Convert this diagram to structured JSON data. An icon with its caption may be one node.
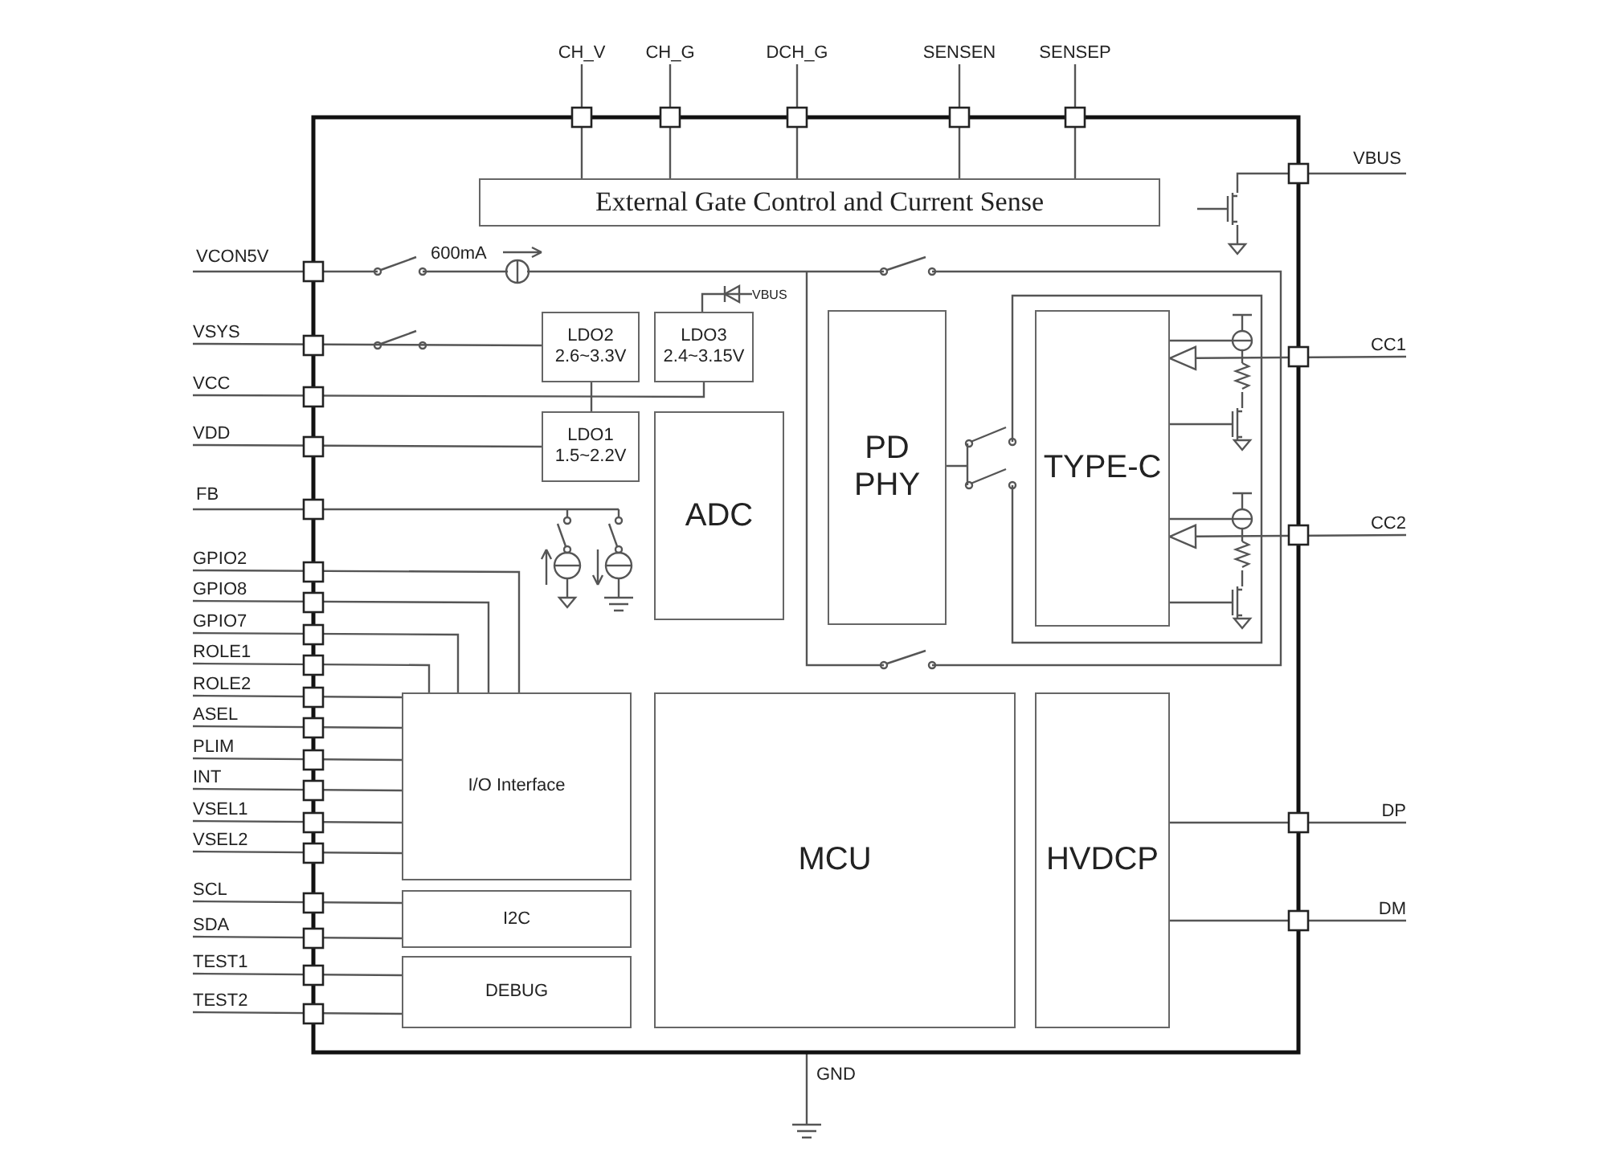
{
  "diagram": {
    "nodes": [
      {
        "text": [
          "CH_V"
        ]
      },
      {
        "text": [
          "CH_G"
        ]
      },
      {
        "text": [
          "DCH_G"
        ]
      },
      {
        "text": [
          "SENSEN"
        ]
      },
      {
        "text": [
          "SENSEP"
        ]
      },
      {
        "text": [
          "External Gate Control and Current Sense"
        ]
      },
      {
        "text": [
          "VSYS"
        ]
      },
      {
        "text": [
          "VCC"
        ]
      },
      {
        "text": [
          "VDD"
        ]
      },
      {
        "text": [
          "LDO2",
          "2.6~3.3V"
        ]
      },
      {
        "text": [
          "VBUS"
        ]
      },
      {
        "text": [
          "LDO3",
          "2.4~3.15V"
        ]
      },
      {
        "text": [
          "LDO1",
          "1.5~2.2V"
        ]
      },
      {
        "text": [
          "ADC"
        ]
      },
      {
        "text": [
          "PD PHY"
        ]
      },
      {
        "text": [
          "TYPE-C"
        ]
      },
      {
        "text": [
          "GPIO2"
        ]
      },
      {
        "text": [
          "GPIO8"
        ]
      },
      {
        "text": [
          "GPIO7"
        ]
      },
      {
        "text": [
          "ROLE1"
        ]
      },
      {
        "text": [
          "ROLE2"
        ]
      },
      {
        "text": [
          "ASEL"
        ]
      },
      {
        "text": [
          "PLIM"
        ]
      },
      {
        "text": [
          "INT"
        ]
      },
      {
        "text": [
          "VSEL1"
        ]
      },
      {
        "text": [
          "VSEL2"
        ]
      },
      {
        "text": [
          "SCL"
        ]
      },
      {
        "text": [
          "SDA"
        ]
      },
      {
        "text": [
          "TEST1"
        ]
      },
      {
        "text": [
          "TEST2"
        ]
      },
      {
        "text": [
          "I/O Interface"
        ]
      },
      {
        "text": [
          "I2C"
        ]
      },
      {
        "text": [
          "DEBUG"
        ]
      },
      {
        "text": [
          "MCU"
        ]
      },
      {
        "text": [
          "HVDCP"
        ]
      },
      {
        "text": [
          "DP"
        ]
      },
      {
        "text": [
          "DM"
        ]
      },
      {
        "text": [
          "CC1"
        ]
      },
      {
        "text": [
          "CC2"
        ]
      }
    ],
    "edges": [
      {
        "from": 0,
        "to": 5,
        "arrow": "none"
      },
      {
        "from": 1,
        "to": 5,
        "arrow": "none"
      },
      {
        "from": 2,
        "to": 5,
        "arrow": "none"
      },
      {
        "from": 3,
        "to": 5,
        "arrow": "none"
      },
      {
        "from": 4,
        "to": 5,
        "arrow": "none"
      },
      {
        "from": 6,
        "to": 9,
        "arrow": "none"
      },
      {
        "from": 7,
        "to": 11,
        "arrow": "none"
      },
      {
        "from": 8,
        "to": 12,
        "arrow": "none"
      },
      {
        "from": 9,
        "to": 12,
        "arrow": "none"
      },
      {
        "from": 10,
        "to": 11,
        "arrow": "none"
      },
      {
        "from": 16,
        "to": 30,
        "arrow": "none"
      },
      {
        "from": 17,
        "to": 30,
        "arrow": "none"
      },
      {
        "from": 18,
        "to": 30,
        "arrow": "none"
      },
      {
        "from": 19,
        "to": 30,
        "arrow": "none"
      },
      {
        "from": 20,
        "to": 30,
        "arrow": "none"
      },
      {
        "from": 21,
        "to": 30,
        "arrow": "none"
      },
      {
        "from": 22,
        "to": 30,
        "arrow": "none"
      },
      {
        "from": 23,
        "to": 30,
        "arrow": "none"
      },
      {
        "from": 24,
        "to": 30,
        "arrow": "none"
      },
      {
        "from": 25,
        "to": 30,
        "arrow": "none"
      },
      {
        "from": 26,
        "to": 31,
        "arrow": "none"
      },
      {
        "from": 27,
        "to": 31,
        "arrow": "none"
      },
      {
        "from": 28,
        "to": 32,
        "arrow": "none"
      },
      {
        "from": 29,
        "to": 32,
        "arrow": "none"
      },
      {
        "from": 34,
        "to": 35,
        "arrow": "none"
      },
      {
        "from": 34,
        "to": 36,
        "arrow": "none"
      },
      {
        "from": 37,
        "to": 15,
        "arrow": "to"
      },
      {
        "from": 38,
        "to": 15,
        "arrow": "to"
      }
    ],
    "labels": [
      "VBUS",
      "VCON5V",
      "600mA",
      "FB",
      "GND"
    ]
  }
}
